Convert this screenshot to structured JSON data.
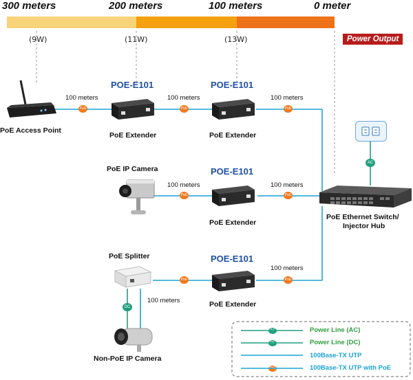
{
  "distance_scale": {
    "labels": [
      "300 meters",
      "200 meters",
      "100 meters",
      "0 meter"
    ],
    "wattages": [
      "(9W)",
      "(11W)",
      "(13W)"
    ],
    "power_output_label": "Power Output",
    "colors": {
      "light": "#f7d47a",
      "mid": "#f4a011",
      "dark": "#ee7218"
    }
  },
  "devices": {
    "access_point": "PoE Access Point",
    "ip_camera": "PoE IP Camera",
    "splitter": "PoE Splitter",
    "non_poe_camera": "Non-PoE IP Camera",
    "switch_line1": "PoE Ethernet Switch/",
    "switch_line2": "Injector Hub"
  },
  "extenders": {
    "model": "POE-E101",
    "label": "PoE Extender"
  },
  "segments": {
    "distance": "100 meters"
  },
  "badges": {
    "poe": "PoE",
    "ac": "AC",
    "dc": "DC"
  },
  "legend": {
    "items": [
      {
        "label": "Power Line (AC)",
        "color": "#2e9f3e"
      },
      {
        "label": "Power Line (DC)",
        "color": "#2e9f3e"
      },
      {
        "label": "100Base-TX UTP",
        "color": "#1aa3d6"
      },
      {
        "label": "100Base-TX UTP with PoE",
        "color": "#1aa3d6"
      }
    ]
  },
  "colors": {
    "utp": "#1aa3d6",
    "poe_dot": "#f07a1e",
    "power": "#1f9e80",
    "model_blue": "#1f4fa0"
  }
}
